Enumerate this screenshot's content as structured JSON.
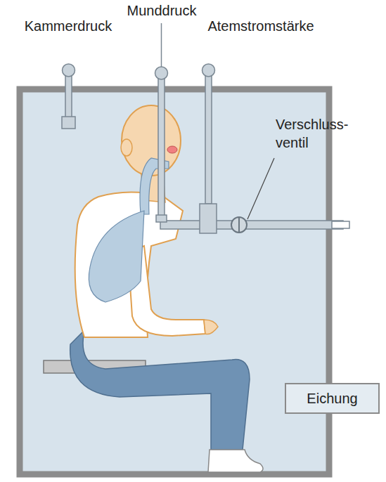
{
  "diagram": {
    "nodes": [
      {
        "text": [
          "Eichung"
        ]
      }
    ],
    "labels": [
      "Kammerdruck",
      "Munddruck",
      "Atemstromstärke",
      "Verschluss- ventil"
    ]
  }
}
